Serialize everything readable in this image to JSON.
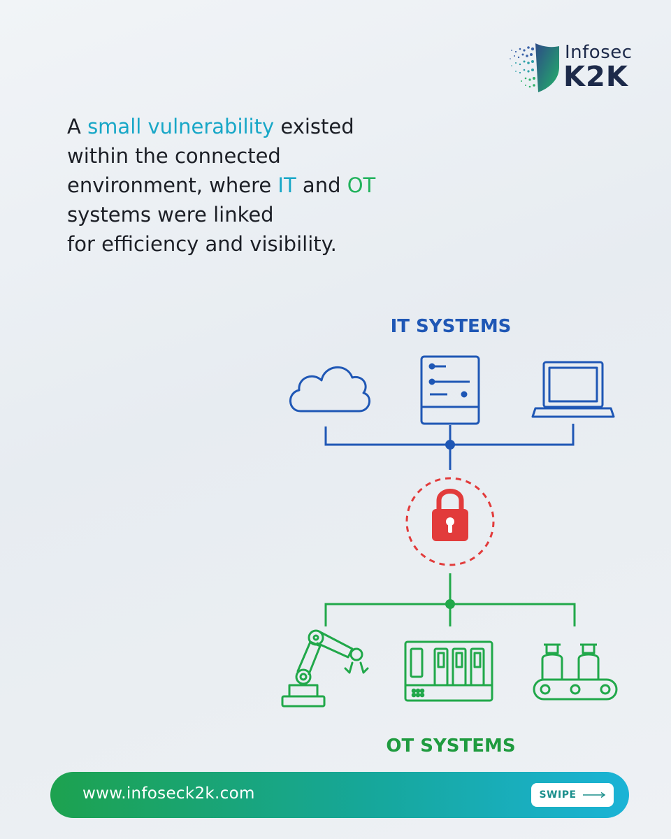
{
  "logo": {
    "word1": "Infosec",
    "word2": "K2K"
  },
  "headline": {
    "line1_pre": "A ",
    "line1_highlight": "small vulnerability",
    "line1_post": " existed",
    "line2": "within the connected",
    "line3_pre": "environment, where ",
    "line3_it": "IT",
    "line3_mid": " and ",
    "line3_ot": "OT",
    "line4": "systems were linked",
    "line5": "for efficiency and visibility."
  },
  "diagram": {
    "it_label": "IT SYSTEMS",
    "ot_label": "OT SYSTEMS",
    "it_nodes": [
      "cloud-icon",
      "server-icon",
      "laptop-icon"
    ],
    "gateway": "padlock-icon",
    "ot_nodes": [
      "robotic-arm-icon",
      "plc-controller-icon",
      "conveyor-belt-icon"
    ]
  },
  "footer": {
    "url": "www.infoseck2k.com",
    "swipe": "SWIPE"
  },
  "colors": {
    "teal": "#18a7c7",
    "green": "#21b25c",
    "it_blue": "#1f57b5",
    "ot_green": "#1f9b3f",
    "lock_red": "#e23b3b"
  }
}
